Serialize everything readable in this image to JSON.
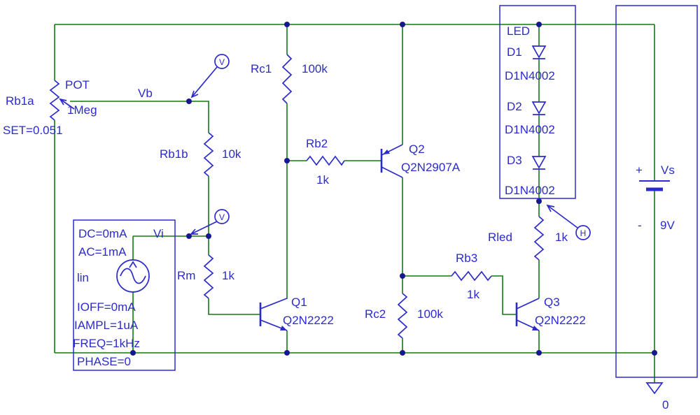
{
  "colors": {
    "wire": "#0e7c0e",
    "symbol": "#2b2bcc",
    "text": "#2b2bcc",
    "junction": "#17178f",
    "bg": "#ffffff"
  },
  "components": {
    "rb1a": {
      "ref": "Rb1a",
      "type": "POT",
      "value": "1Meg",
      "set": "SET=0.051"
    },
    "rb1b": {
      "ref": "Rb1b",
      "value": "10k"
    },
    "rm": {
      "ref": "Rm",
      "value": "1k"
    },
    "rc1": {
      "ref": "Rc1",
      "value": "100k"
    },
    "rb2": {
      "ref": "Rb2",
      "value": "1k"
    },
    "rc2": {
      "ref": "Rc2",
      "value": "100k"
    },
    "rb3": {
      "ref": "Rb3",
      "value": "1k"
    },
    "rled": {
      "ref": "Rled",
      "value": "1k"
    },
    "q1": {
      "ref": "Q1",
      "model": "Q2N2222"
    },
    "q2": {
      "ref": "Q2",
      "model": "Q2N2907A"
    },
    "q3": {
      "ref": "Q3",
      "model": "Q2N2222"
    },
    "d1": {
      "ref": "D1",
      "model": "D1N4002"
    },
    "d2": {
      "ref": "D2",
      "model": "D1N4002"
    },
    "d3": {
      "ref": "D3",
      "model": "D1N4002"
    },
    "led_group_label": "LED",
    "vs": {
      "ref": "Vs",
      "value": "9V",
      "plus": "+",
      "minus": "-"
    },
    "source": {
      "dc": "DC=0mA",
      "ac": "AC=1mA",
      "mode": "lin",
      "ioff": "IOFF=0mA",
      "iampl": "IAMPL=1uA",
      "freq": "FREQ=1kHz",
      "phase": "PHASE=0"
    },
    "ground": {
      "net": "0"
    }
  },
  "nets": {
    "vb": "Vb",
    "vi": "Vi"
  },
  "probes": {
    "voltage_glyph": "V",
    "current_glyph": "H"
  }
}
